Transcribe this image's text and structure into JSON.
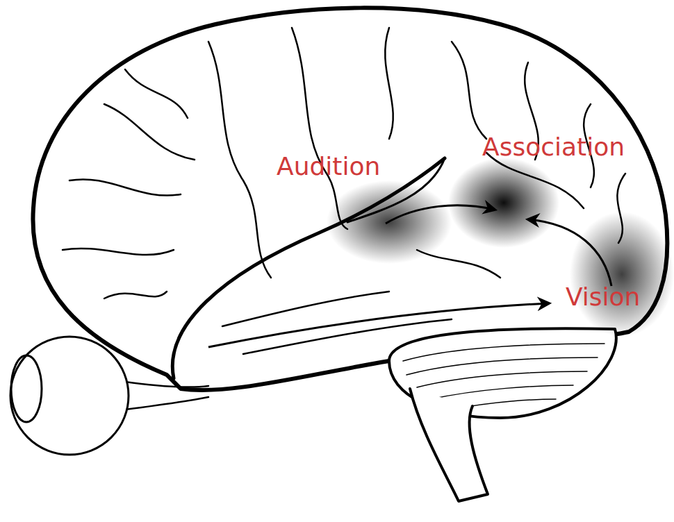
{
  "diagram": {
    "labels": [
      "Audition",
      "Association",
      "Vision"
    ]
  }
}
